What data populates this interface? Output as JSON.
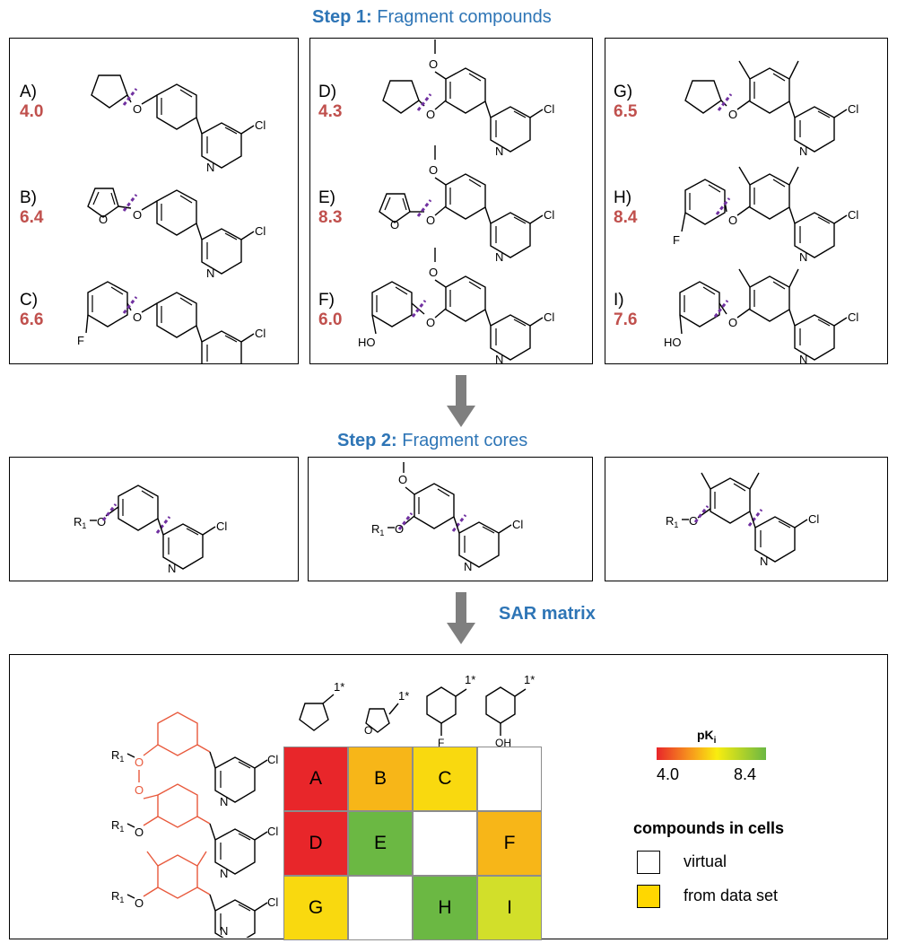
{
  "step1": {
    "bold": "Step 1:",
    "rest": " Fragment compounds"
  },
  "step2": {
    "bold": "Step 2:",
    "rest": " Fragment cores"
  },
  "sar_label": "SAR matrix",
  "compounds": [
    {
      "letter": "A)",
      "value": "4.0"
    },
    {
      "letter": "B)",
      "value": "6.4"
    },
    {
      "letter": "C)",
      "value": "6.6"
    },
    {
      "letter": "D)",
      "value": "4.3"
    },
    {
      "letter": "E)",
      "value": "8.3"
    },
    {
      "letter": "F)",
      "value": "6.0"
    },
    {
      "letter": "G)",
      "value": "6.5"
    },
    {
      "letter": "H)",
      "value": "8.4"
    },
    {
      "letter": "I)",
      "value": "7.6"
    }
  ],
  "atoms": {
    "cl": "Cl",
    "n": "N",
    "o": "O",
    "f": "F",
    "ho": "HO",
    "oh": "OH",
    "r1": "R",
    "r1_sub": "1",
    "attach": "1*"
  },
  "matrix": {
    "rows": [
      [
        {
          "label": "A",
          "color": "#e8262a"
        },
        {
          "label": "B",
          "color": "#f7b618"
        },
        {
          "label": "C",
          "color": "#f9d90f"
        },
        {
          "label": "",
          "color": "#ffffff"
        }
      ],
      [
        {
          "label": "D",
          "color": "#e8262a"
        },
        {
          "label": "E",
          "color": "#6bb843"
        },
        {
          "label": "",
          "color": "#ffffff"
        },
        {
          "label": "F",
          "color": "#f7b618"
        }
      ],
      [
        {
          "label": "G",
          "color": "#f9d90f"
        },
        {
          "label": "",
          "color": "#ffffff"
        },
        {
          "label": "H",
          "color": "#6bb843"
        },
        {
          "label": "I",
          "color": "#d2df2a"
        }
      ]
    ]
  },
  "legend": {
    "title_main": "pK",
    "title_sub": "i",
    "min": "4.0",
    "max": "8.4",
    "cells_title": "compounds in cells",
    "virtual": "virtual",
    "from_data_set": "from data set",
    "from_data_set_color": "#ffd700"
  },
  "colors": {
    "heading": "#2e75b6",
    "value": "#c0504d",
    "cut": "#7030a0",
    "core_highlight": "#e8593c",
    "arrow": "#7f7f7f"
  }
}
